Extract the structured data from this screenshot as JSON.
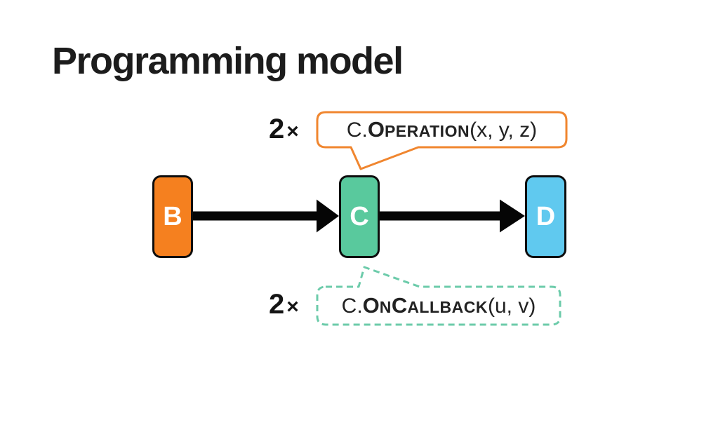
{
  "slide": {
    "title": "Programming model",
    "background_color": "#FFFFFF",
    "title_color": "#1C1C1C"
  },
  "diagram": {
    "nodes": [
      {
        "id": "B",
        "label": "B",
        "fill": "#F5801F",
        "border_color": "#0D0D0D",
        "text_color": "#FFFFFF"
      },
      {
        "id": "C",
        "label": "C",
        "fill": "#59C99D",
        "border_color": "#0D0D0D",
        "text_color": "#FFFFFF"
      },
      {
        "id": "D",
        "label": "D",
        "fill": "#60C9EF",
        "border_color": "#0D0D0D",
        "text_color": "#FFFFFF"
      }
    ],
    "arrows": [
      {
        "from": "B",
        "to": "C",
        "color": "#050505"
      },
      {
        "from": "C",
        "to": "D",
        "color": "#050505"
      }
    ],
    "callouts": [
      {
        "id": "operation",
        "target": "C",
        "style": "solid",
        "border_color": "#F0862F",
        "multiplier_value": "2",
        "multiplier_symbol": "×",
        "prefix": "C.",
        "segments": [
          {
            "text": "O",
            "size": "big"
          },
          {
            "text": "PERATION",
            "size": "small"
          }
        ],
        "args": "(x, y, z)"
      },
      {
        "id": "callback",
        "target": "C",
        "style": "dashed",
        "border_color": "#6CCBAA",
        "multiplier_value": "2",
        "multiplier_symbol": "×",
        "prefix": "C.",
        "segments": [
          {
            "text": "O",
            "size": "big"
          },
          {
            "text": "N",
            "size": "small"
          },
          {
            "text": "C",
            "size": "big"
          },
          {
            "text": "ALLBACK",
            "size": "small"
          }
        ],
        "args": "(u, v)"
      }
    ]
  }
}
